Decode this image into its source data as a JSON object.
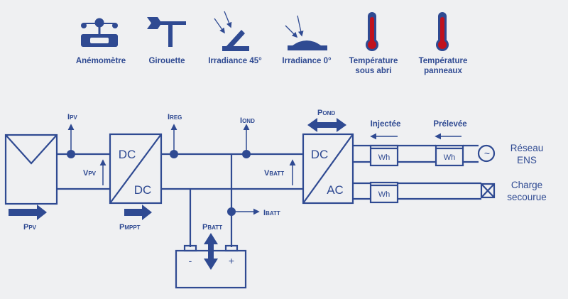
{
  "sensors": [
    {
      "icon": "anemometer-icon",
      "label_lines": [
        "Anémomètre"
      ]
    },
    {
      "icon": "wind-vane-icon",
      "label_lines": [
        "Girouette"
      ]
    },
    {
      "icon": "irradiance-45-icon",
      "label_lines": [
        "Irradiance 45°"
      ]
    },
    {
      "icon": "irradiance-0-icon",
      "label_lines": [
        "Irradiance 0°"
      ]
    },
    {
      "icon": "thermometer-icon",
      "label_lines": [
        "Température",
        "sous abri"
      ]
    },
    {
      "icon": "thermometer-icon",
      "label_lines": [
        "Température",
        "panneaux"
      ]
    }
  ],
  "converters": {
    "dcdc": {
      "top": "DC",
      "bottom": "DC"
    },
    "dcac": {
      "top": "DC",
      "bottom": "AC"
    }
  },
  "symbols": {
    "ipv": {
      "main": "I",
      "sub": "PV"
    },
    "vpv": {
      "main": "V",
      "sub": "PV"
    },
    "ireg": {
      "main": "I",
      "sub": "REG"
    },
    "iond": {
      "main": "I",
      "sub": "OND"
    },
    "vbatt": {
      "main": "V",
      "sub": "BATT"
    },
    "ibatt": {
      "main": "I",
      "sub": "BATT"
    },
    "pbatt": {
      "main": "P",
      "sub": "BATT"
    },
    "pond": {
      "main": "P",
      "sub": "OND"
    },
    "ppv": {
      "main": "P",
      "sub": "PV"
    },
    "pmppt": {
      "main": "P",
      "sub": "MPPT"
    }
  },
  "meters": {
    "injectee_label": "Injectée",
    "prelevee_label": "Prélevée",
    "unit": "Wh"
  },
  "grid": {
    "line1": "Réseau",
    "line2": "ENS",
    "symbol": "~"
  },
  "backup": {
    "line1": "Charge",
    "line2": "secourue"
  },
  "battery": {
    "minus": "-",
    "plus": "+"
  },
  "colors": {
    "primary": "#2f4a92",
    "thermo_red": "#c0121e",
    "background": "#eff0f2"
  }
}
